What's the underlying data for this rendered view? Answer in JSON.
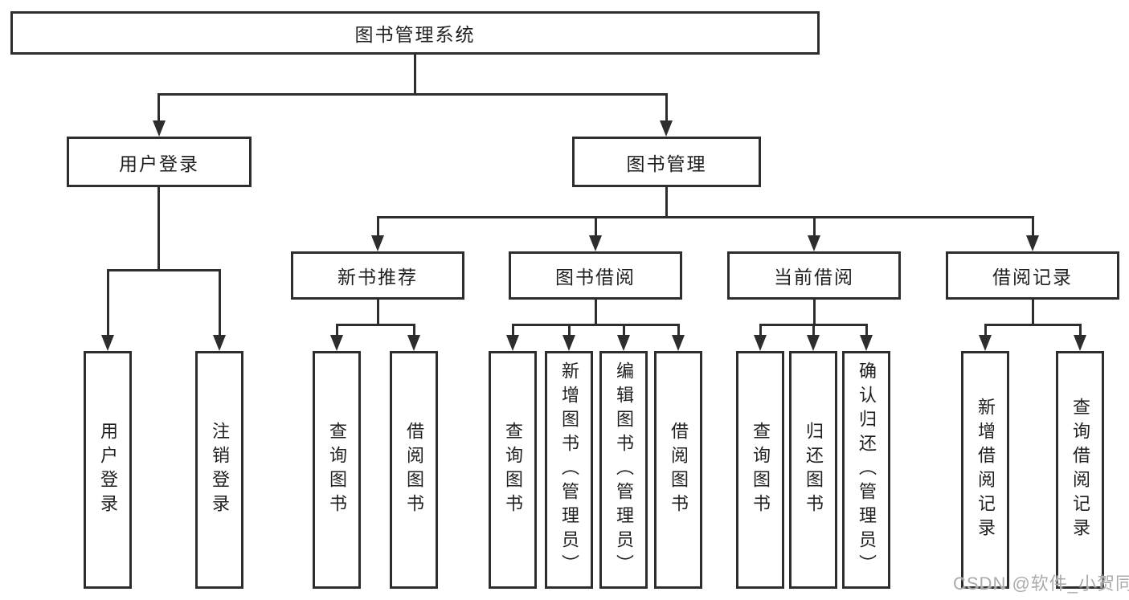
{
  "colors": {
    "line": "#2d2d2d",
    "text": "#1f1f1f",
    "watermark": "#ababab",
    "background": "#ffffff"
  },
  "tree": {
    "root": {
      "label": "图书管理系统",
      "children": [
        {
          "label": "用户登录",
          "children": [
            {
              "label": "用户登录"
            },
            {
              "label": "注销登录"
            }
          ]
        },
        {
          "label": "图书管理",
          "children": [
            {
              "label": "新书推荐",
              "children": [
                {
                  "label": "查询图书"
                },
                {
                  "label": "借阅图书"
                }
              ]
            },
            {
              "label": "图书借阅",
              "children": [
                {
                  "label": "查询图书"
                },
                {
                  "label": "新增图书（管理员）"
                },
                {
                  "label": "编辑图书（管理员）"
                },
                {
                  "label": "借阅图书"
                }
              ]
            },
            {
              "label": "当前借阅",
              "children": [
                {
                  "label": "查询图书"
                },
                {
                  "label": "归还图书"
                },
                {
                  "label": "确认归还（管理员）"
                }
              ]
            },
            {
              "label": "借阅记录",
              "children": [
                {
                  "label": "新增借阅记录"
                },
                {
                  "label": "查询借阅记录"
                }
              ]
            }
          ]
        }
      ]
    }
  },
  "watermark": {
    "label": "CSDN @软件_小贺同学"
  }
}
